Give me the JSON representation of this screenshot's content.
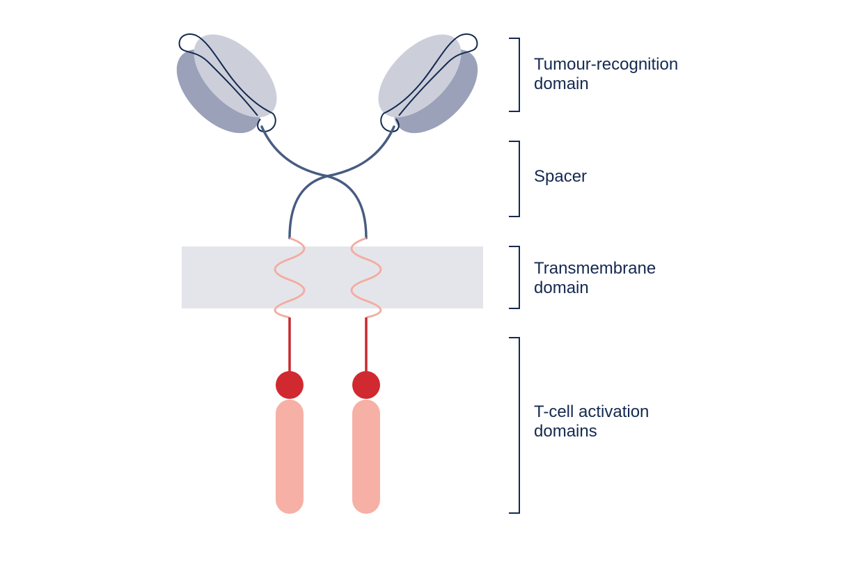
{
  "labels": {
    "tumour_recognition": "Tumour-recognition\ndomain",
    "spacer": "Spacer",
    "transmembrane": "Transmembrane\ndomain",
    "activation": "T-cell activation\ndomains"
  },
  "colors": {
    "text": "#14294f",
    "bracket": "#14294f",
    "domain_light": "#ccceda",
    "domain_dark": "#9aa1b9",
    "loop_line": "#14294f",
    "spacer_line": "#485c80",
    "membrane": "#e4e5ea",
    "tm_helix": "#f2ada2",
    "cytoplasmic_line": "#c8282e",
    "signal_node": "#d0292f",
    "activation_domain": "#f6b0a5"
  }
}
